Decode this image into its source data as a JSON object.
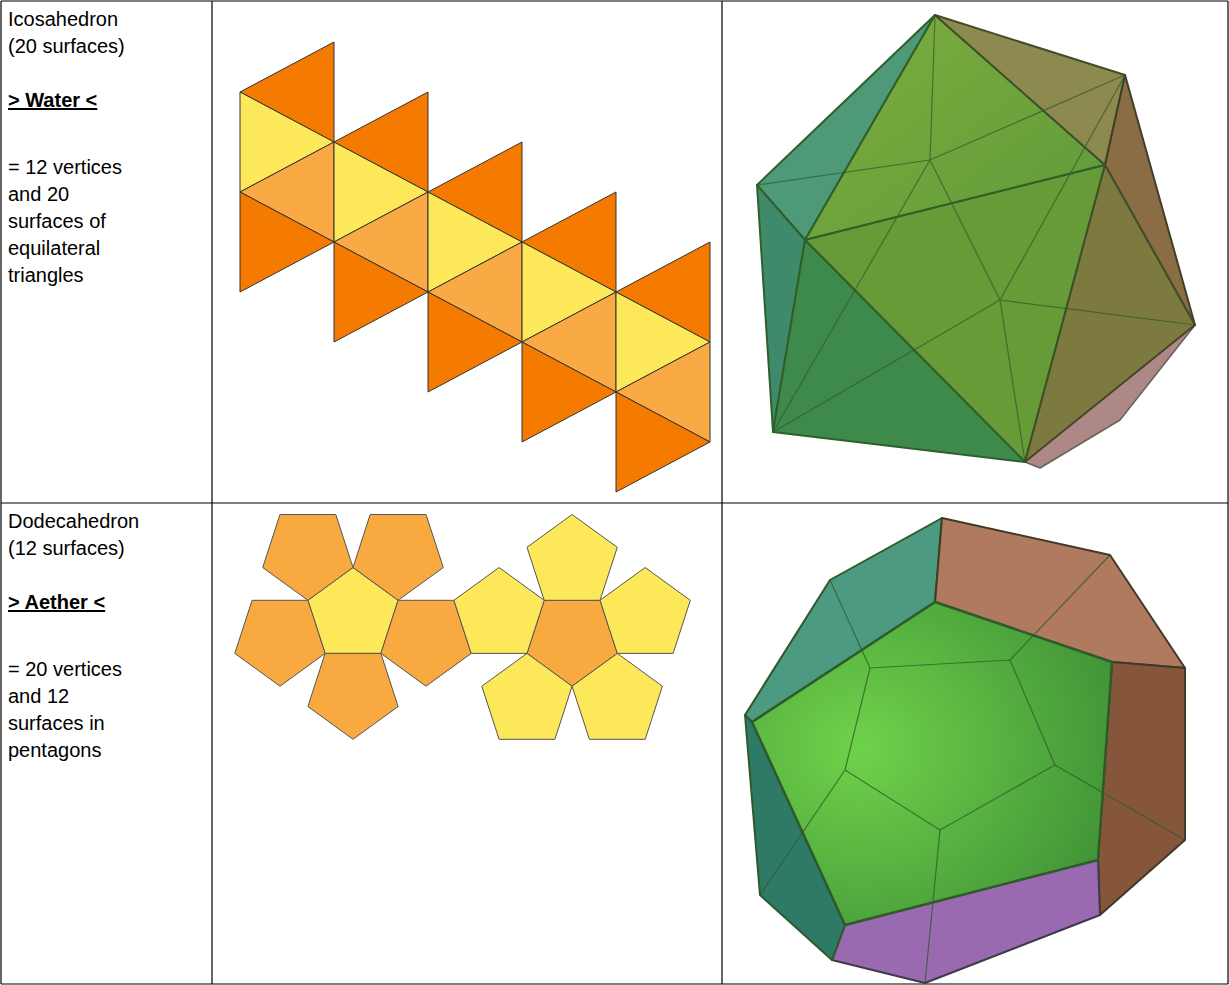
{
  "diagram": {
    "labels": [
      "Icosahedron (20 surfaces)",
      "> Water <",
      "= 12 vertices and 20 surfaces of equilateral triangles",
      "Dodecahedron (12 surfaces)",
      "> Aether <",
      "= 20 vertices and 12 surfaces in pentagons"
    ]
  }
}
